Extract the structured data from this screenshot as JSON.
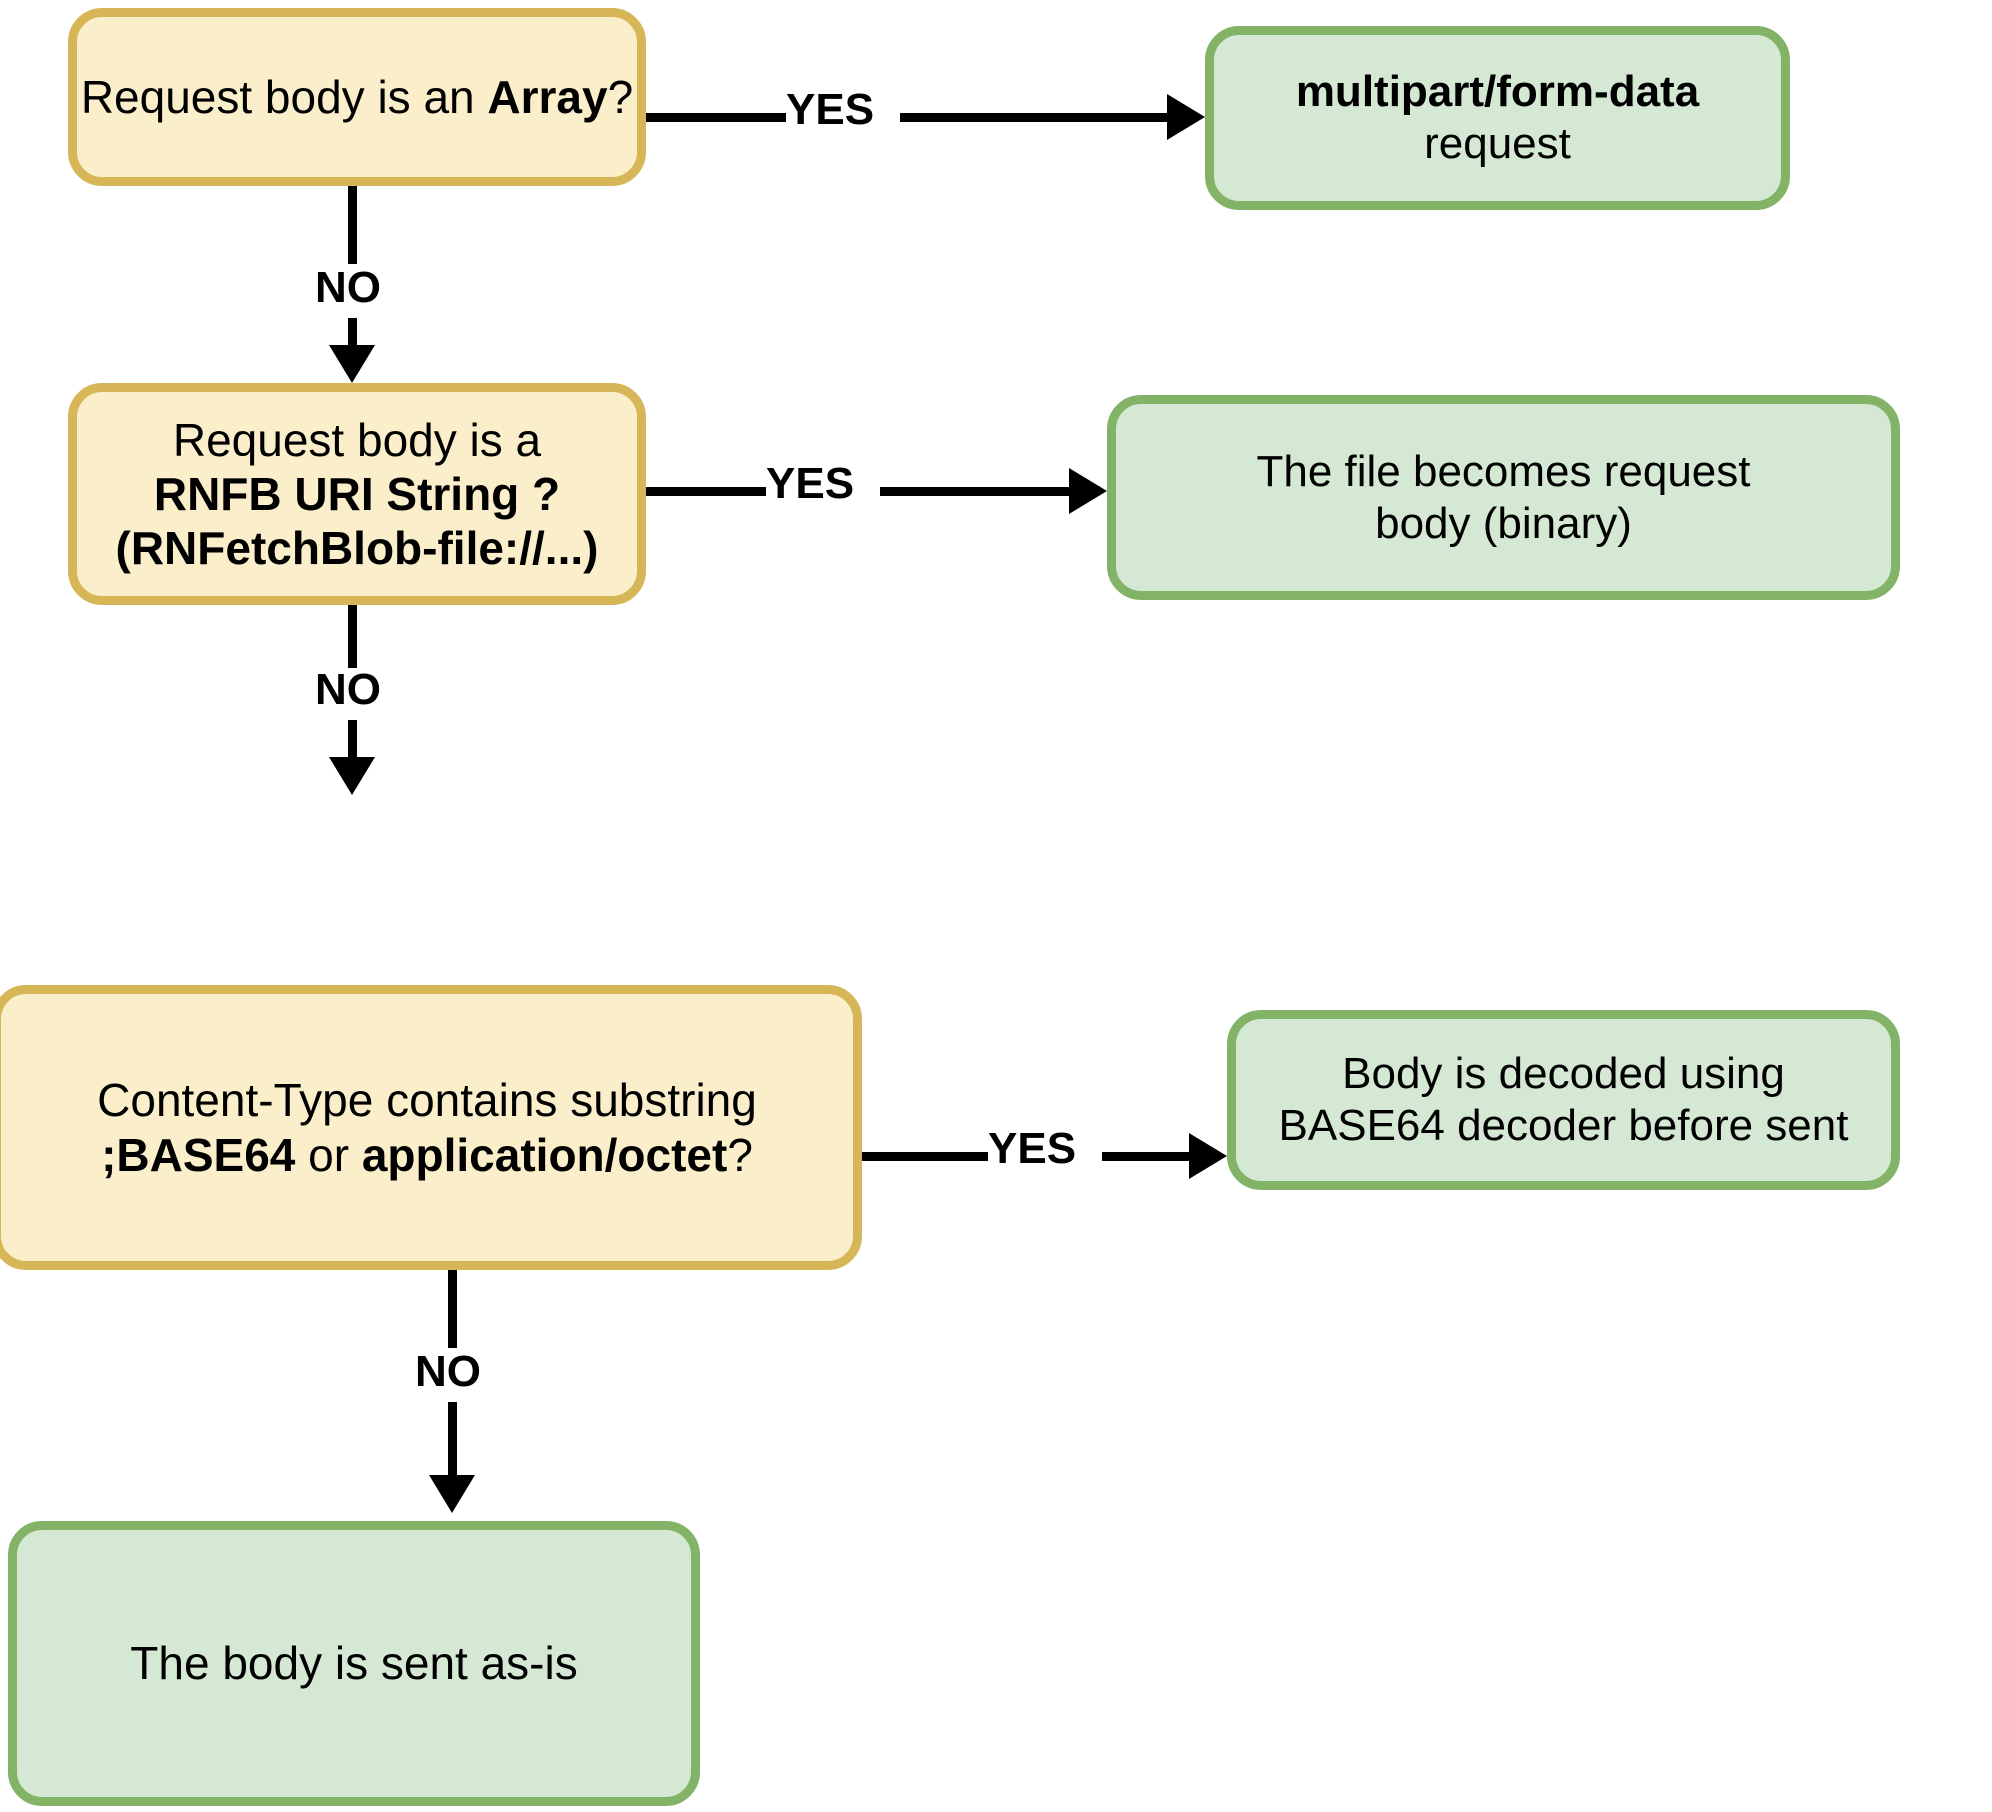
{
  "diagram": {
    "title": "RNFetchBlob request body handling flowchart",
    "colors": {
      "decision_fill": "#FBEFCB",
      "decision_border": "#D6B656",
      "terminal_fill": "#D5E8D4",
      "terminal_border": "#82B366",
      "connector": "#000000",
      "text": "#000000"
    },
    "nodes": {
      "decision_array": {
        "kind": "decision",
        "lines": [
          {
            "plain_before": "Request body is an ",
            "bold": "Array",
            "plain_after": "?"
          }
        ]
      },
      "terminal_multipart": {
        "kind": "terminal",
        "lines": [
          {
            "bold": "multipart/form-data"
          },
          {
            "plain": "request"
          }
        ]
      },
      "decision_rnfb_uri": {
        "kind": "decision",
        "lines": [
          {
            "plain": "Request body is a"
          },
          {
            "bold": "RNFB URI String ?"
          },
          {
            "bold": "(RNFetchBlob-file://...)"
          }
        ]
      },
      "terminal_file_binary": {
        "kind": "terminal",
        "lines": [
          {
            "plain": "The file becomes request"
          },
          {
            "plain": "body (binary)"
          }
        ]
      },
      "decision_content_type": {
        "kind": "decision",
        "lines": [
          {
            "plain": "Content-Type contains substring"
          },
          {
            "bold_before": ";BASE64",
            "plain_mid": " or ",
            "bold_after": "application/octet",
            "plain_after": "?"
          }
        ]
      },
      "terminal_base64_decoded": {
        "kind": "terminal",
        "lines": [
          {
            "plain": "Body is decoded using"
          },
          {
            "plain": "BASE64 decoder before sent"
          }
        ]
      },
      "terminal_as_is": {
        "kind": "terminal",
        "lines": [
          {
            "plain": "The body is sent as-is"
          }
        ]
      }
    },
    "edges": {
      "yes_1": "YES",
      "no_1": "NO",
      "yes_2": "YES",
      "no_2": "NO",
      "yes_3": "YES",
      "no_3": "NO"
    }
  }
}
